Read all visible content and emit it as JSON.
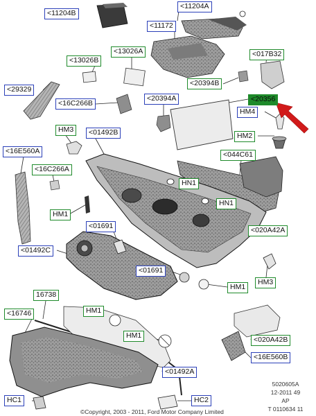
{
  "callouts": {
    "c11204b": "<11204B",
    "c11204a": "<11204A",
    "c11172": "<11172",
    "c13026a": "<13026A",
    "c13026b": "<13026B",
    "c017b32": "<017B32",
    "c29329": "<29329",
    "c16c266b": "<16C266B",
    "c20394a": "<20394A",
    "c20394b": "<20394B",
    "c20356": "<20356",
    "c_hm4": "HM4",
    "c_hm3_top": "HM3",
    "c01492b": "<01492B",
    "c_hm2": "HM2",
    "c16e560a": "<16E560A",
    "c044c61": "<044C61",
    "c16c266a": "<16C266A",
    "c_hn1_a": "HN1",
    "c_hn1_b": "HN1",
    "c_hm1_left": "HM1",
    "c01691_top": "<01691",
    "c020a42a": "<020A42A",
    "c01492c": "<01492C",
    "c01691_mid": "<01691",
    "c_hm3_right": "HM3",
    "c_hm1_mid": "HM1",
    "c16738": "16738",
    "c16746": "<16746",
    "c_hm1_low": "HM1",
    "c_hm1_bottom": "HM1",
    "c020a42b": "<020A42B",
    "c16e560b": "<16E560B",
    "c01492a": "<01492A",
    "c_hc1": "HC1",
    "c_hc2": "HC2"
  },
  "footer": {
    "ref_code": "5020605A",
    "ref_date": "12-2011 49",
    "ref_ap": "AP",
    "ref_doc": "T 0110634 11",
    "copyright": "©Copyright, 2003 - 2011, Ford Motor Company Limited"
  },
  "colors": {
    "callout_blue": "#2a3fb8",
    "callout_green": "#1e8a2a",
    "highlight_arrow": "#d11a1a",
    "part_dark": "#3a3a3a",
    "part_mid": "#8a8a8a",
    "part_light": "#d6d6d6"
  }
}
